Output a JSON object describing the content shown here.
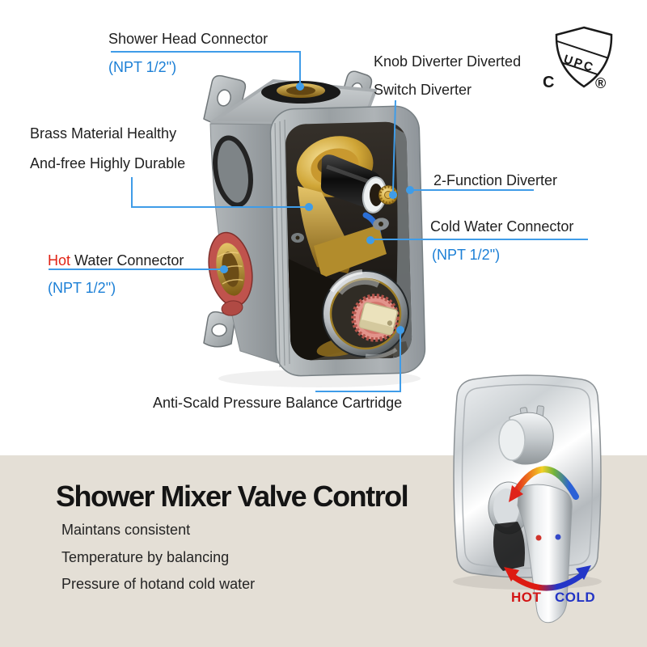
{
  "colors": {
    "background_top": "#ffffff",
    "background_bottom": "#e4dfd6",
    "callout_blue": "#3f9ce8",
    "callout_text_blue": "#1b7fd6",
    "hot_text_red": "#e02315",
    "hot_arrow_red": "#dd1b12",
    "cold_arrow_blue": "#2336c8"
  },
  "badge": {
    "band": "UPC",
    "left": "C",
    "right": "®"
  },
  "callouts": {
    "shower_head": {
      "label": "Shower Head Connector",
      "spec": "(NPT 1/2\")"
    },
    "knob_diverter": {
      "line1": "Knob Diverter Diverted",
      "line2": "Switch Diverter"
    },
    "brass": {
      "line1": "Brass Material Healthy",
      "line2": "And-free Highly Durable"
    },
    "two_function": {
      "label": "2-Function Diverter"
    },
    "cold_water": {
      "label": "Cold Water Connector",
      "spec": "(NPT 1/2\")"
    },
    "hot_water": {
      "highlight": "Hot",
      "rest": " Water Connector",
      "spec": "(NPT 1/2\")"
    },
    "cartridge": {
      "label": "Anti-Scald Pressure Balance Cartridge"
    }
  },
  "footer": {
    "title": "Shower Mixer Valve Control",
    "line1": "Maintans consistent",
    "line2": "Temperature by balancing",
    "line3": "Pressure of hotand cold water",
    "hot": "HOT",
    "cold": "COLD"
  }
}
